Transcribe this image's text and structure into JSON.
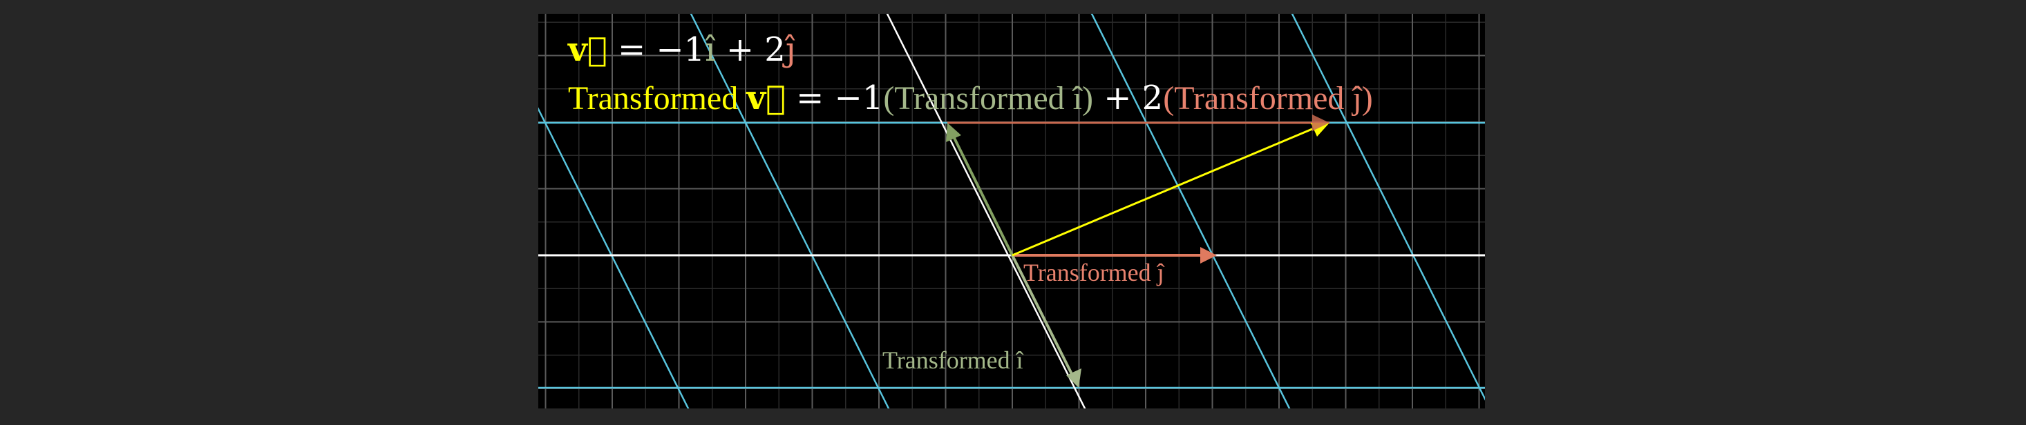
{
  "colors": {
    "background": "#262626",
    "canvas": "#000000",
    "grid_line": "#5a5a5a",
    "grid_line_faint": "#2a2a2a",
    "transformed_grid": "#58c4dd",
    "axis": "#ffffff",
    "v_vector": "#ffff00",
    "i_hat": "#83a062",
    "j_hat": "#e07a5f",
    "guide_line": "#c86a50"
  },
  "equation1": {
    "v": "v⃗",
    "equals": " = −1",
    "i": "î",
    "plus": " + 2",
    "j": "ĵ"
  },
  "equation2": {
    "prefix": "Transformed ",
    "v": "v⃗",
    "equals": " = −1",
    "i_term": "(Transformed î)",
    "plus": " + 2",
    "j_term": "(Transformed ĵ)"
  },
  "labels": {
    "transformed_j": "Transformed ĵ",
    "transformed_i": "Transformed î"
  }
}
